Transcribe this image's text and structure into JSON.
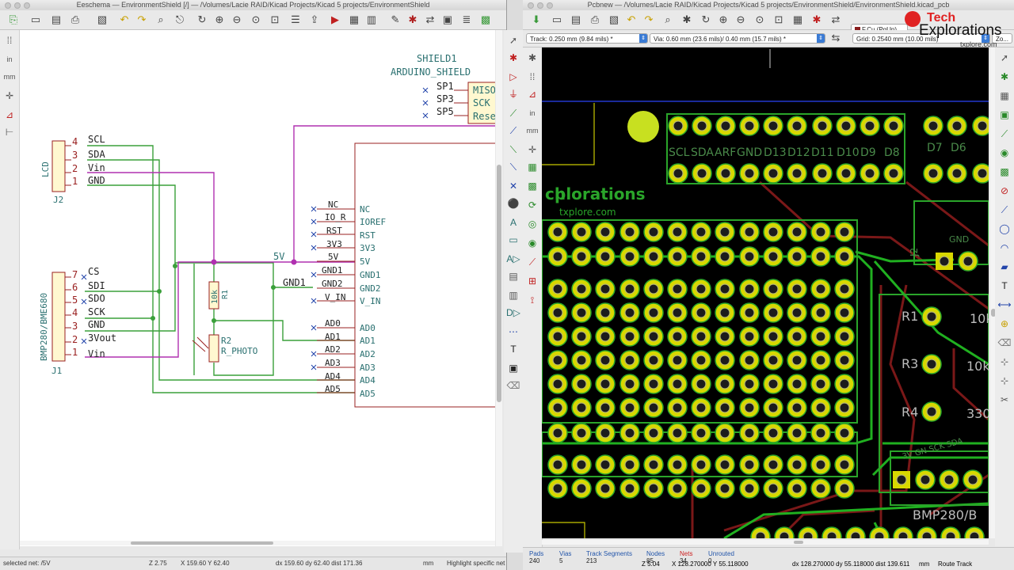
{
  "eeschema": {
    "title": "Eeschema — EnvironmentShield [/] — /Volumes/Lacie RAID/Kicad Projects/Kicad 5 projects/EnvironmentShield",
    "status": {
      "selected": "selected net: /5V",
      "zoom": "Z 2.75",
      "xy": "X 159.60  Y 62.40",
      "delta": "dx 159.60  dy 62.40  dist 171.36",
      "units": "mm",
      "mode": "Highlight specific net"
    },
    "schematic": {
      "lcd_ref": "LCD",
      "j2": "J2",
      "j2_pins": [
        {
          "num": "4",
          "name": "SCL"
        },
        {
          "num": "3",
          "name": "SDA"
        },
        {
          "num": "2",
          "name": "Vin"
        },
        {
          "num": "1",
          "name": "GND"
        }
      ],
      "bmp_ref": "BMP280/BME680",
      "j1": "J1",
      "j1_pins": [
        {
          "num": "7",
          "name": "CS"
        },
        {
          "num": "6",
          "name": "SDI"
        },
        {
          "num": "5",
          "name": "SDO"
        },
        {
          "num": "4",
          "name": "SCK"
        },
        {
          "num": "3",
          "name": "GND"
        },
        {
          "num": "2",
          "name": "3Vout"
        },
        {
          "num": "1",
          "name": "Vin"
        }
      ],
      "r1_ref": "R1",
      "r1_val": "10k",
      "r2_ref": "R2",
      "r2_val": "R_PHOTO",
      "net_5v": "5V",
      "net_gnd1": "GND1",
      "shield_ref": "SHIELD1",
      "shield_val": "ARDUINO_SHIELD",
      "spi_pins": [
        {
          "label": "SP1",
          "name": "MISO"
        },
        {
          "label": "SP3",
          "name": "SCK"
        },
        {
          "label": "SP5",
          "name": "Reset"
        }
      ],
      "header_pins": [
        {
          "label": "NC",
          "name": "NC"
        },
        {
          "label": "IO_R",
          "name": "IOREF"
        },
        {
          "label": "RST",
          "name": "RST"
        },
        {
          "label": "3V3",
          "name": "3V3"
        },
        {
          "label": "5V",
          "name": "5V"
        },
        {
          "label": "GND1",
          "name": "GND1"
        },
        {
          "label": "GND2",
          "name": "GND2"
        },
        {
          "label": "V_IN",
          "name": "V_IN"
        }
      ],
      "analog_pins": [
        {
          "label": "AD0",
          "name": "AD0"
        },
        {
          "label": "AD1",
          "name": "AD1"
        },
        {
          "label": "AD2",
          "name": "AD2"
        },
        {
          "label": "AD3",
          "name": "AD3"
        },
        {
          "label": "AD4",
          "name": "AD4"
        },
        {
          "label": "AD5",
          "name": "AD5"
        }
      ]
    }
  },
  "pcbnew": {
    "title": "Pcbnew — /Volumes/Lacie RAID/Kicad Projects/Kicad 5 projects/EnvironmentShield/EnvironmentShield.kicad_pcb",
    "track": "Track: 0.250 mm (9.84 mils) *",
    "via": "Via: 0.60 mm (23.6 mils)/ 0.40 mm (15.7 mils) *",
    "grid": "Grid: 0.2540 mm (10.00 mils)",
    "zoom_combo": "Zo...",
    "layer": "F.Cu (PgUp)",
    "silk": {
      "header_labels": [
        "SCL",
        "SDA",
        "ARF",
        "GND",
        "D13",
        "D12",
        "D11",
        "D10",
        "D9",
        "D8",
        "D7",
        "D6"
      ],
      "logo_text": "plorations",
      "logo_url": "txplore.com",
      "logo_prefix": "ch",
      "ref_j2": "J2",
      "gnd_label": "GND",
      "r1": "R1",
      "r1v": "10k",
      "r3": "R3",
      "r3v": "10k",
      "r4": "R4",
      "r4v": "330",
      "bmp": "BMP280/B",
      "sck_row": "3V  GN  SCK  SDA"
    },
    "stats": {
      "pads_k": "Pads",
      "pads_v": "240",
      "vias_k": "Vias",
      "vias_v": "5",
      "tracks_k": "Track Segments",
      "tracks_v": "213",
      "nodes_k": "Nodes",
      "nodes_v": "85",
      "nets_k": "Nets",
      "nets_v": "34",
      "unrouted_k": "Unrouted",
      "unrouted_v": "0"
    },
    "status": {
      "zoom": "Z 5.04",
      "xy": "X 128.270000  Y 55.118000",
      "delta": "dx 128.270000  dy 55.118000  dist 139.611",
      "units": "mm",
      "mode": "Route Track"
    }
  },
  "brand": {
    "line1": "Tech",
    "line2": "Explorations",
    "line3": "txplore.com"
  }
}
